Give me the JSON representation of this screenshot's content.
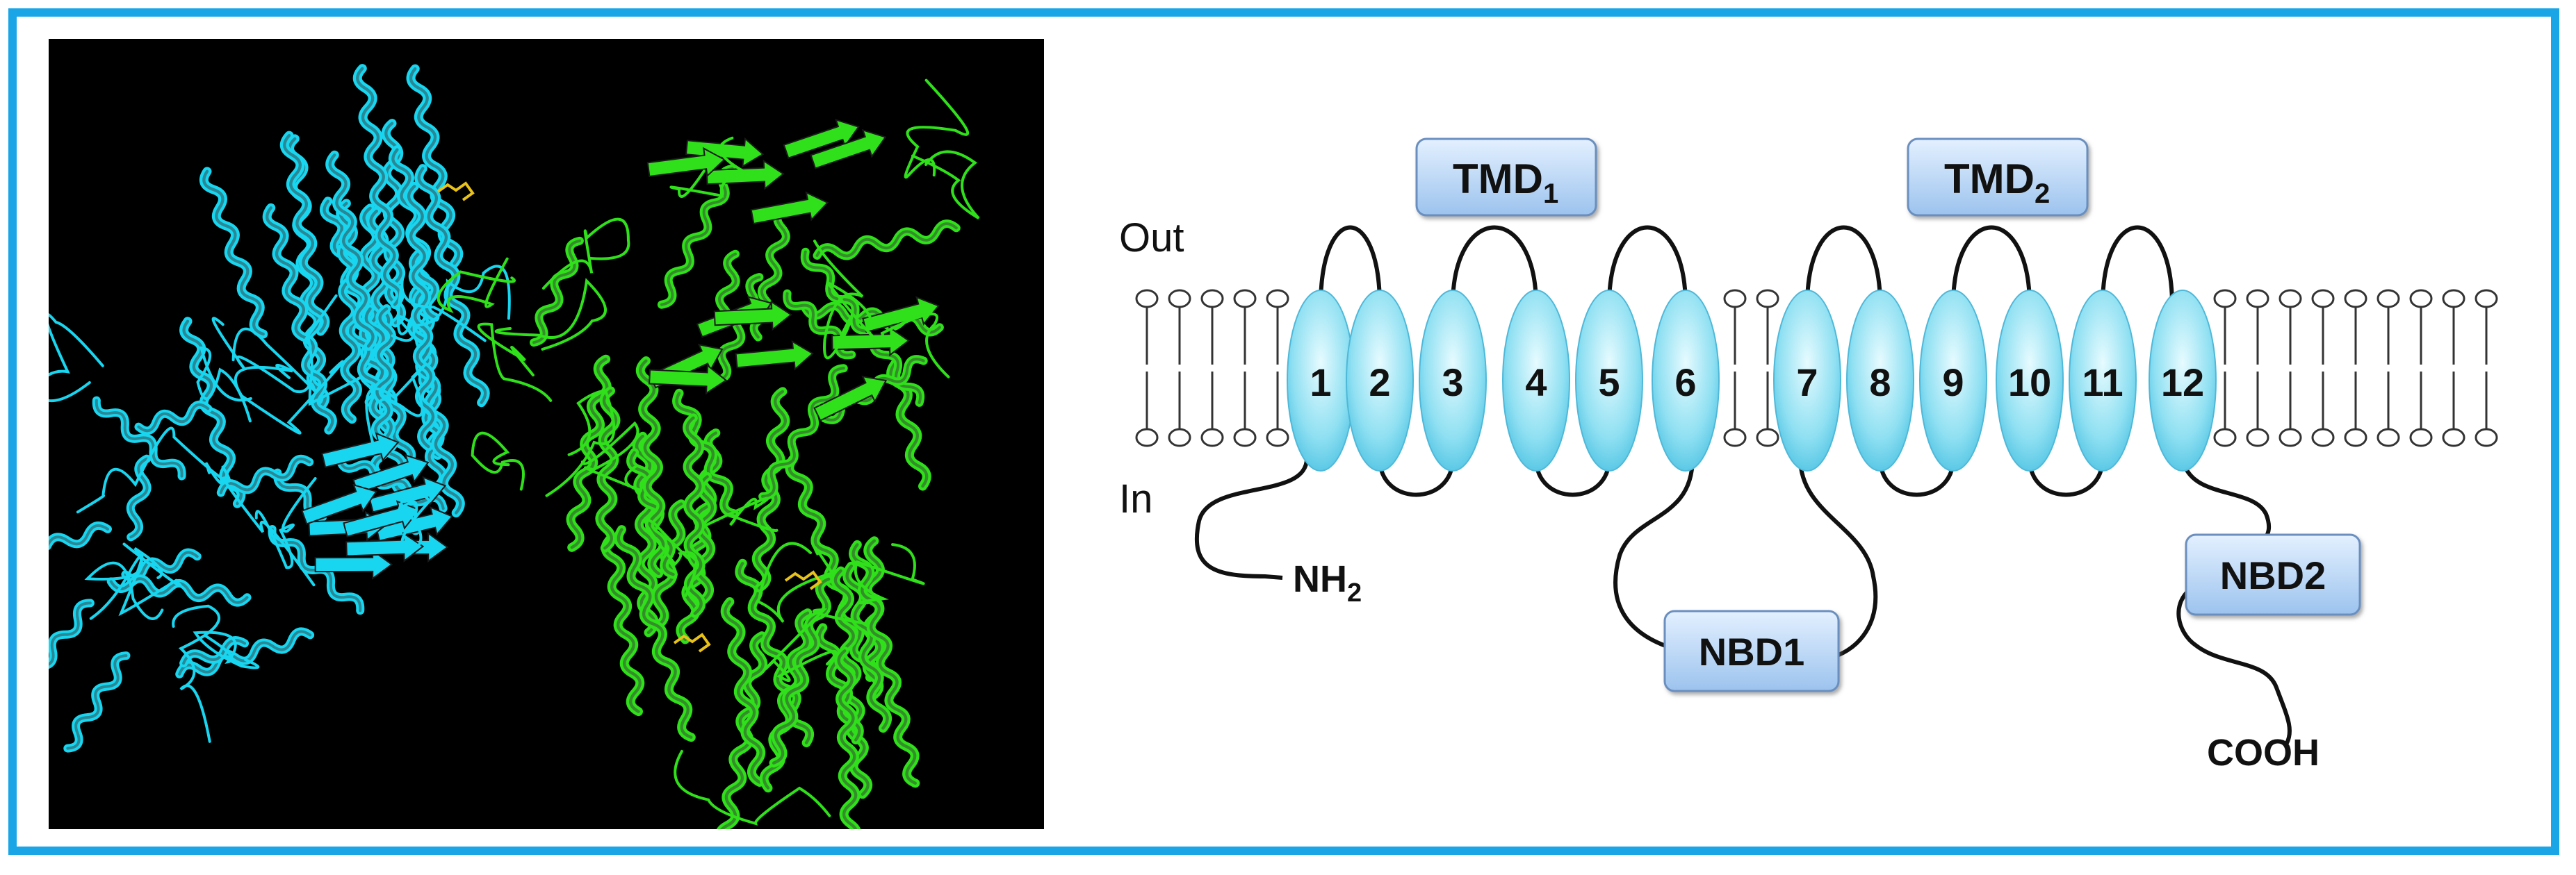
{
  "colors": {
    "frame": "#1aa6e6",
    "domain_a": "#19d6f0",
    "domain_b": "#2fe01a",
    "ligand": "#e8c21a",
    "helix_fill": "#aeeaf5",
    "box_fill": "#bcd8f5"
  },
  "structure": {
    "description_icon": "protein-ribbon-structure"
  },
  "diagram": {
    "out_label": "Out",
    "in_label": "In",
    "tmd1": {
      "main": "TMD",
      "sub": "1"
    },
    "tmd2": {
      "main": "TMD",
      "sub": "2"
    },
    "helices": [
      "1",
      "2",
      "3",
      "4",
      "5",
      "6",
      "7",
      "8",
      "9",
      "10",
      "11",
      "12"
    ],
    "nbd1": "NBD1",
    "nbd2": "NBD2",
    "nterm": {
      "main": "NH",
      "sub": "2"
    },
    "cterm": "COOH"
  }
}
